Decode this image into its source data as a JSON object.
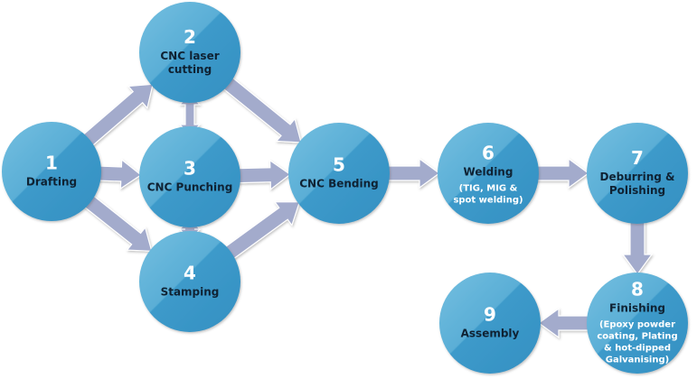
{
  "title": "Sheet metal fabrication process flow",
  "colors": {
    "circle_light": "#6cb8dc",
    "circle_dark": "#3a97c6",
    "arrow": "#a3abcc",
    "label_text": "#0f2233",
    "number_text": "#ffffff"
  },
  "nodes": [
    {
      "id": "1",
      "number": "1",
      "label": [
        "Drafting"
      ],
      "sub": []
    },
    {
      "id": "2",
      "number": "2",
      "label": [
        "CNC laser",
        "cutting"
      ],
      "sub": []
    },
    {
      "id": "3",
      "number": "3",
      "label": [
        "CNC Punching"
      ],
      "sub": []
    },
    {
      "id": "4",
      "number": "4",
      "label": [
        "Stamping"
      ],
      "sub": []
    },
    {
      "id": "5",
      "number": "5",
      "label": [
        "CNC Bending"
      ],
      "sub": []
    },
    {
      "id": "6",
      "number": "6",
      "label": [
        "Welding"
      ],
      "sub": [
        "(TIG, MIG &",
        "spot welding)"
      ]
    },
    {
      "id": "7",
      "number": "7",
      "label": [
        "Deburring &",
        "Polishing"
      ],
      "sub": []
    },
    {
      "id": "8",
      "number": "8",
      "label": [
        "Finishing"
      ],
      "sub": [
        "(Epoxy powder",
        "coating, Plating",
        "& hot-dipped",
        "Galvanising)"
      ]
    },
    {
      "id": "9",
      "number": "9",
      "label": [
        "Assembly"
      ],
      "sub": []
    }
  ],
  "edges": [
    {
      "from": "1",
      "to": "2",
      "bidirectional": false
    },
    {
      "from": "1",
      "to": "3",
      "bidirectional": false
    },
    {
      "from": "1",
      "to": "4",
      "bidirectional": false
    },
    {
      "from": "2",
      "to": "3",
      "bidirectional": true
    },
    {
      "from": "3",
      "to": "4",
      "bidirectional": true
    },
    {
      "from": "2",
      "to": "5",
      "bidirectional": false
    },
    {
      "from": "3",
      "to": "5",
      "bidirectional": false
    },
    {
      "from": "4",
      "to": "5",
      "bidirectional": false
    },
    {
      "from": "5",
      "to": "6",
      "bidirectional": false
    },
    {
      "from": "6",
      "to": "7",
      "bidirectional": false
    },
    {
      "from": "7",
      "to": "8",
      "bidirectional": false
    },
    {
      "from": "8",
      "to": "9",
      "bidirectional": false
    }
  ]
}
